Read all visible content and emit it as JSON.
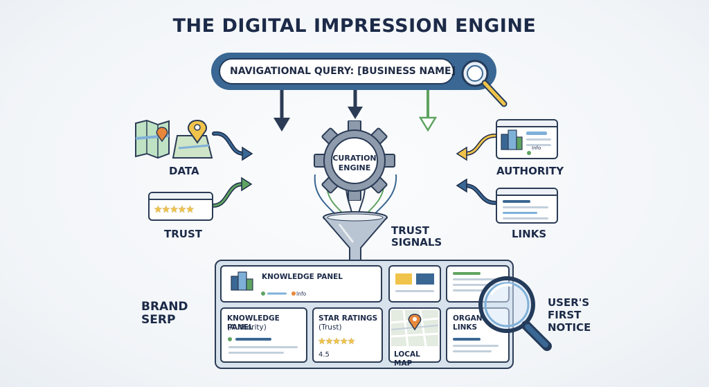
{
  "title": "THE DIGITAL IMPRESSION ENGINE",
  "search": {
    "query_text": "NAVIGATIONAL QUERY: [BUSINESS NAME]",
    "icon": "magnifier-icon"
  },
  "engine": {
    "label_line1": "CURATION",
    "label_line2": "ENGINE",
    "icon": "gear-icon"
  },
  "funnel": {
    "label_line1": "TRUST",
    "label_line2": "SIGNALS",
    "icon": "funnel-icon"
  },
  "inputs_left": [
    {
      "label": "DATA",
      "icon": "map-icon"
    },
    {
      "label": "TRUST",
      "icon": "star-rating-icon"
    }
  ],
  "inputs_right": [
    {
      "label": "AUTHORITY",
      "icon": "building-icon",
      "badge": "Info"
    },
    {
      "label": "LINKS",
      "icon": "browser-icon"
    }
  ],
  "serp": {
    "label_line1": "BRAND",
    "label_line2": "SERP",
    "knowledge_panel_top": {
      "title": "KNOWLEDGE PANEL",
      "badge": "Info"
    },
    "knowledge_panel": {
      "title": "KNOWLEDGE PANEL",
      "subtitle": "(Authority)"
    },
    "star_ratings": {
      "title": "STAR RATINGS",
      "subtitle": "(Trust)",
      "rating": "4.5"
    },
    "local_map": {
      "title": "LOCAL MAP"
    },
    "organic_links": {
      "title_line1": "ORGANI",
      "title_line2": "LINKS"
    }
  },
  "notice": {
    "line1": "USER'S",
    "line2": "FIRST",
    "line3": "NOTICE"
  },
  "colors": {
    "navy": "#1c2a48",
    "search_blue": "#3a6793",
    "gear_gray": "#8e9bad",
    "green": "#5fa361",
    "star_gold": "#f0c34a",
    "map_orange": "#e8873a",
    "panel_blue": "#d7e2ec"
  }
}
